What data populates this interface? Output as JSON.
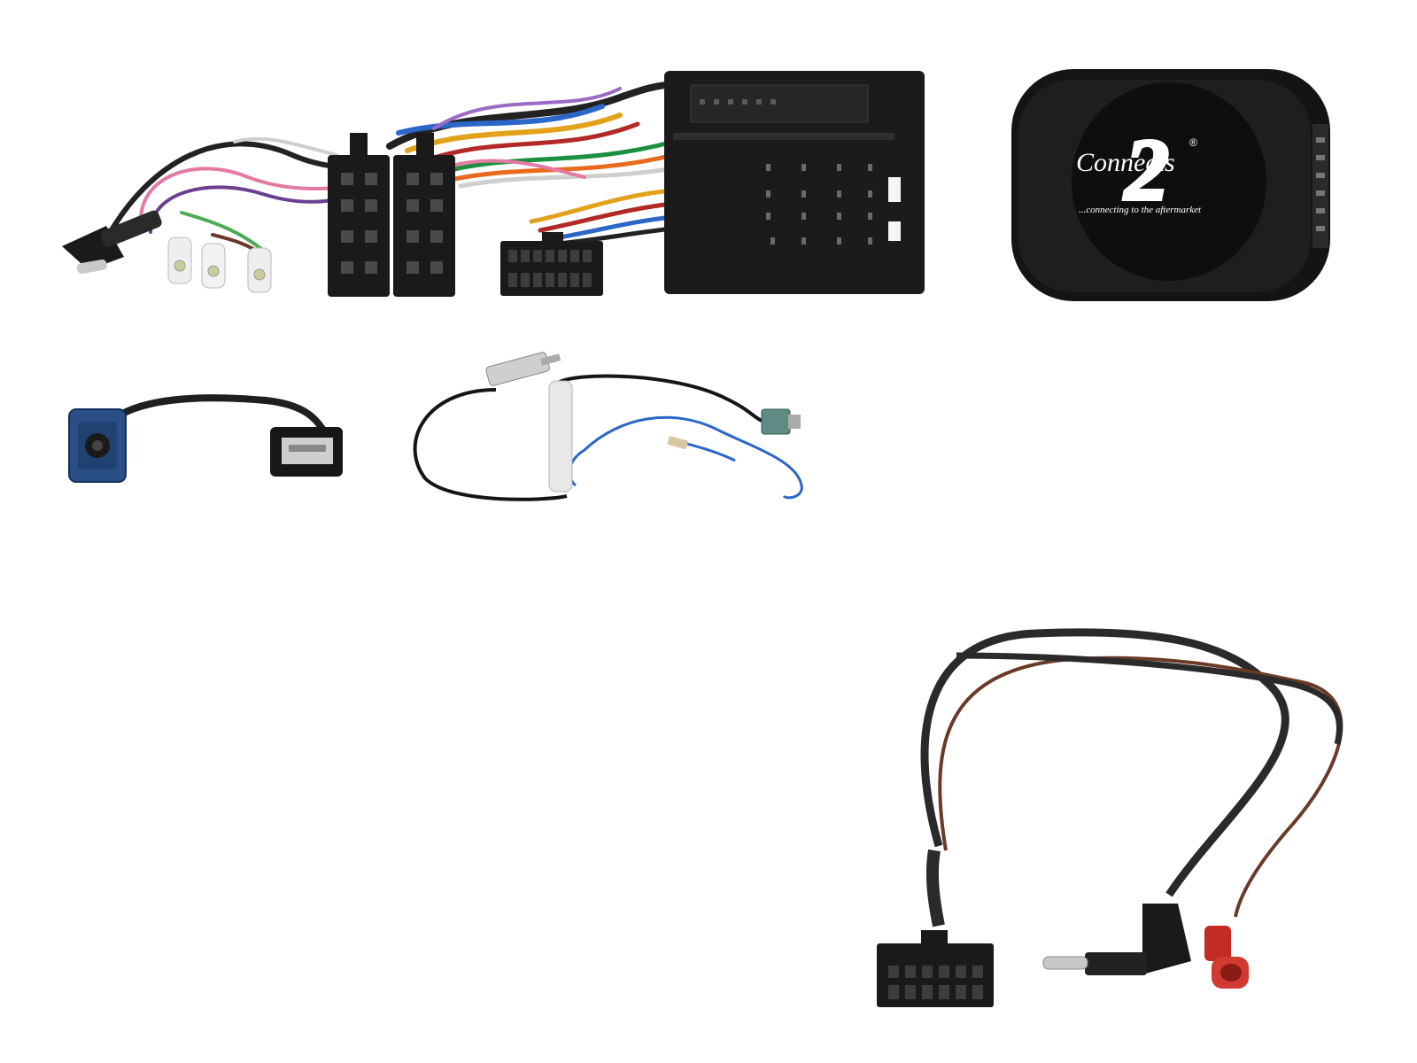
{
  "logo": {
    "brand_text": "Connects",
    "brand_mark": "2",
    "tagline": "...connecting to the aftermarket",
    "registered": "®"
  },
  "colors": {
    "plastic_black": "#1a1a1a",
    "fakra_blue": "#2a4f86",
    "fakra_green": "#5e8c84",
    "wire_red": "#b22a26",
    "wire_brown": "#6a3a26",
    "wire_blue": "#2b66c9"
  },
  "items": [
    {
      "name": "iso-harness-with-quadlock-connector"
    },
    {
      "name": "steering-control-interface-box"
    },
    {
      "name": "fakra-to-usb-adapter"
    },
    {
      "name": "antenna-adapter"
    },
    {
      "name": "steering-patch-lead"
    }
  ]
}
